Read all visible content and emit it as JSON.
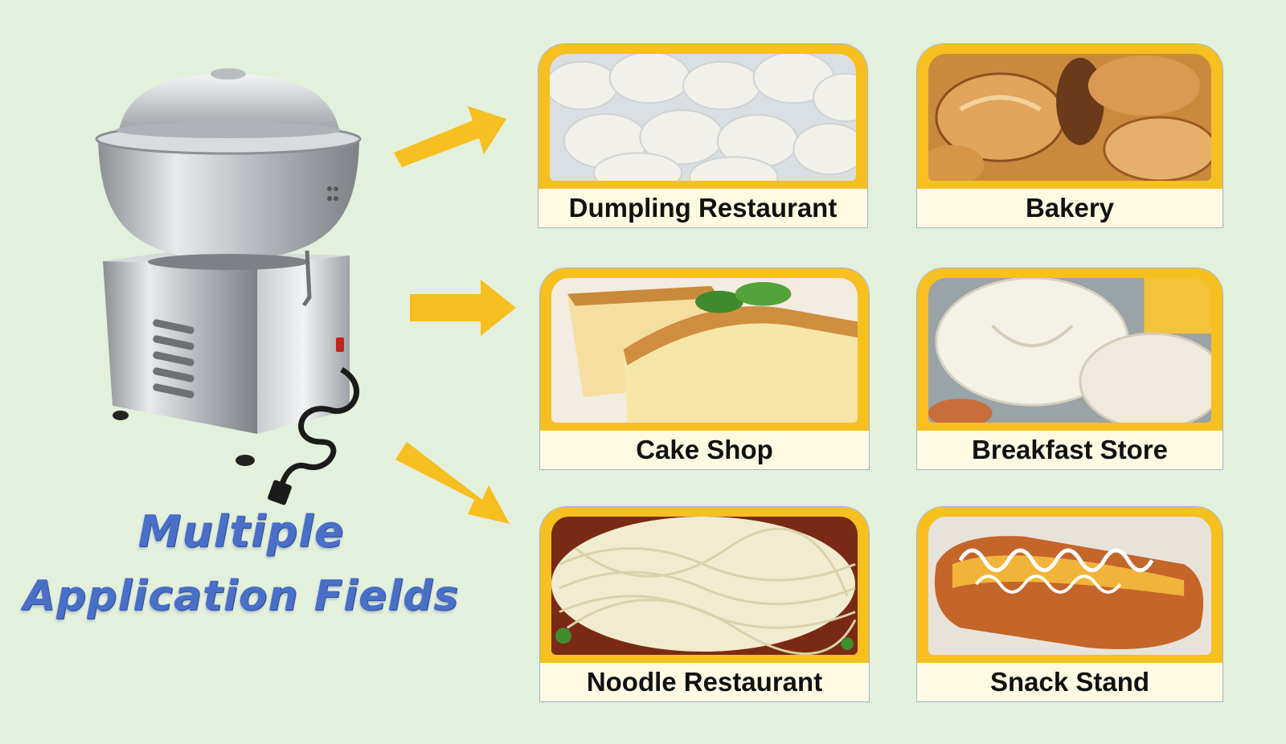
{
  "headline": {
    "line1": "Multiple",
    "line2": "Application Fields"
  },
  "colors": {
    "background": "#e3f0dc",
    "accent": "#f7bf1f",
    "title": "#4a6fc7",
    "label_bg": "#fffbe3"
  },
  "machine": {
    "icon": "dough-mixer-machine-icon"
  },
  "arrows": [
    {
      "icon": "arrow-up-right-icon"
    },
    {
      "icon": "arrow-right-icon"
    },
    {
      "icon": "arrow-down-right-icon"
    }
  ],
  "cards": [
    {
      "label": "Dumpling Restaurant",
      "icon": "dumplings-photo"
    },
    {
      "label": "Bakery",
      "icon": "bread-photo"
    },
    {
      "label": "Cake Shop",
      "icon": "sponge-cake-photo"
    },
    {
      "label": "Breakfast Store",
      "icon": "steamed-buns-photo"
    },
    {
      "label": "Noodle Restaurant",
      "icon": "noodles-photo"
    },
    {
      "label": "Snack Stand",
      "icon": "hot-dog-photo"
    }
  ]
}
